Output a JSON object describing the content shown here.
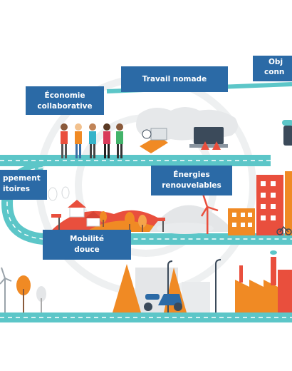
{
  "labels": {
    "economie_line1": "Économie",
    "economie_line2": "collaborative",
    "travail": "Travail nomade",
    "objets_line1": "Obj",
    "objets_line2": "conn",
    "developpement_line1": "ppement",
    "developpement_line2": "itoires",
    "energies_line1": "Énergies",
    "energies_line2": "renouvelables",
    "mobilite_line1": "Mobilité",
    "mobilite_line2": "douce"
  },
  "colors": {
    "box": "#2b6aa6",
    "road": "#5cc6c8",
    "orange": "#f08a24",
    "sky_gray": "#e4e6e8",
    "building_gray": "#cfd3d6"
  },
  "icons": [
    "people-icon",
    "laptop-icon",
    "world-map-icon",
    "house-icon",
    "tree-icon",
    "wind-turbine-icon",
    "building-icon",
    "scooter-icon",
    "factory-icon",
    "street-lamp-icon",
    "bicycle-icon",
    "signpost-icon"
  ]
}
